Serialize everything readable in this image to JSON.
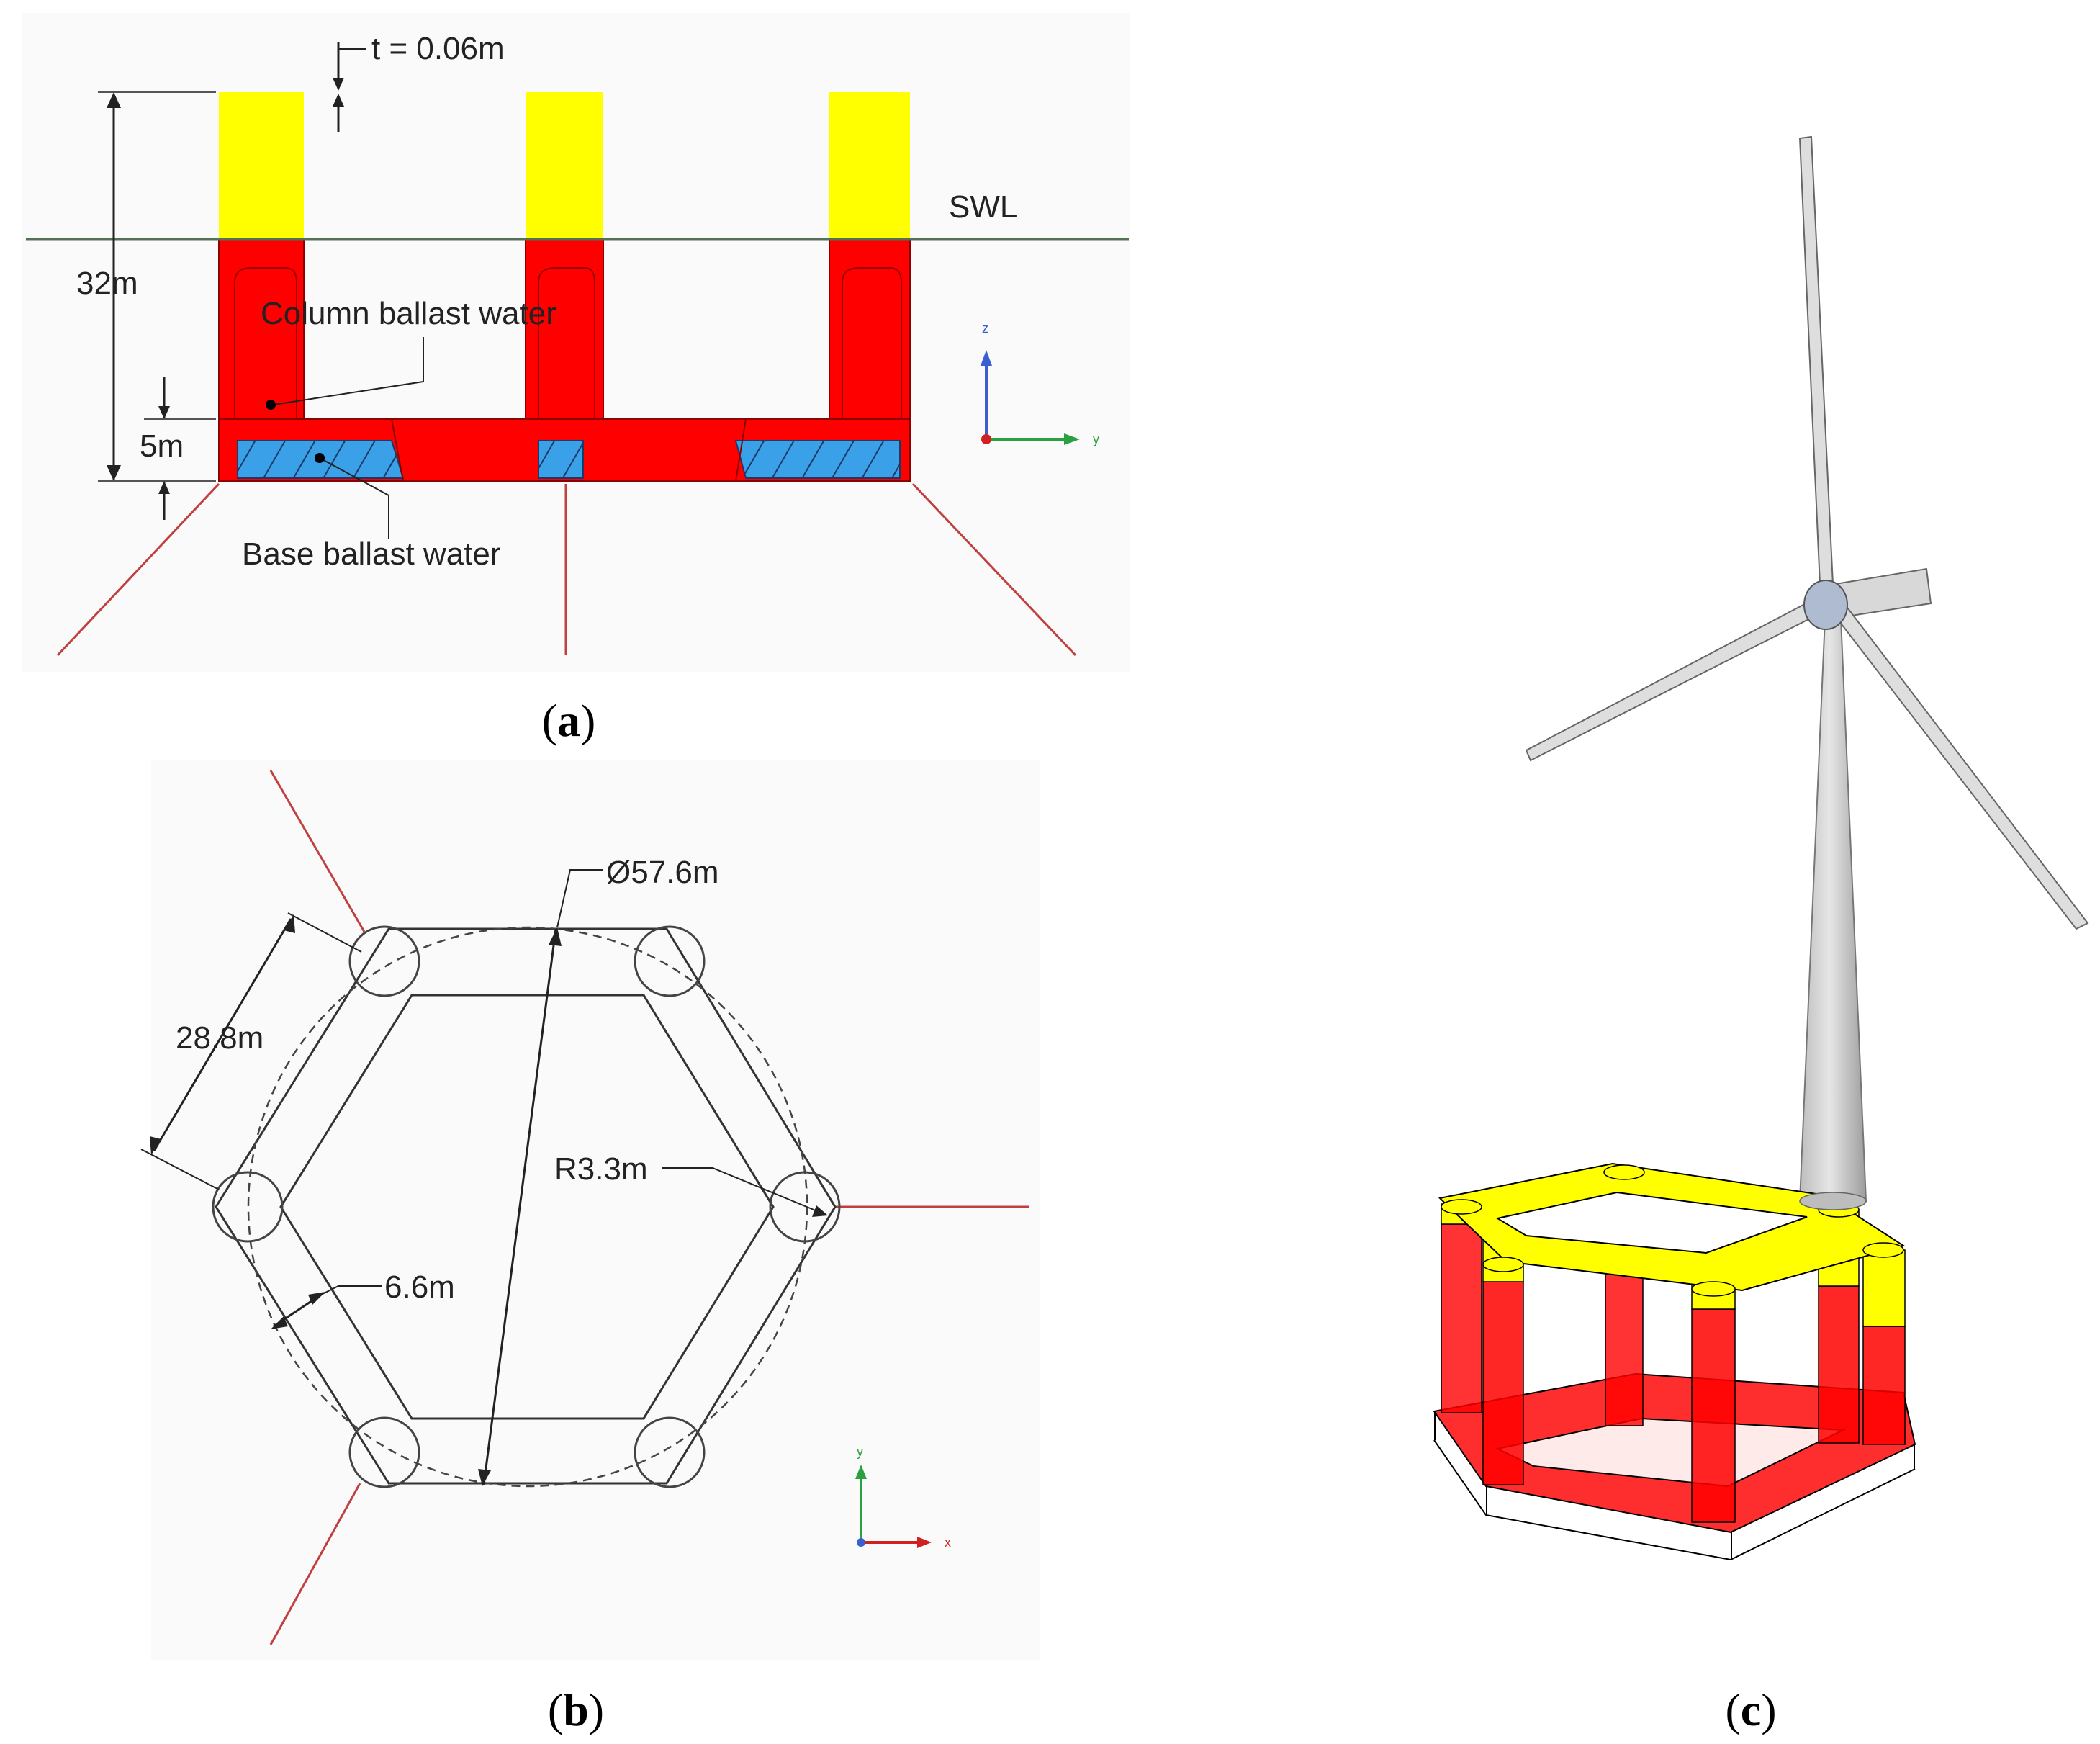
{
  "panel_a": {
    "caption_open": "(",
    "caption_letter": "a",
    "caption_close": ")",
    "thickness_label": "t = 0.06m",
    "height_label": "32m",
    "base_height_label": "5m",
    "swl_label": "SWL",
    "column_ballast_label": "Column ballast water",
    "base_ballast_label": "Base ballast water",
    "axis_z": "z",
    "axis_y": "y"
  },
  "panel_b": {
    "caption_open": "(",
    "caption_letter": "b",
    "caption_close": ")",
    "diameter_label": "Ø57.6m",
    "side_label": "28.8m",
    "radius_label": "R3.3m",
    "width_label": "6.6m",
    "axis_y": "y",
    "axis_x": "x"
  },
  "panel_c": {
    "caption_open": "(",
    "caption_letter": "c",
    "caption_close": ")"
  },
  "colors": {
    "column_above_swl": "#ffff00",
    "hull_below_swl": "#ff0000",
    "ballast_water": "#3aa0e8",
    "mooring_line": "#c04040",
    "turbine": "#d8d8d8"
  }
}
